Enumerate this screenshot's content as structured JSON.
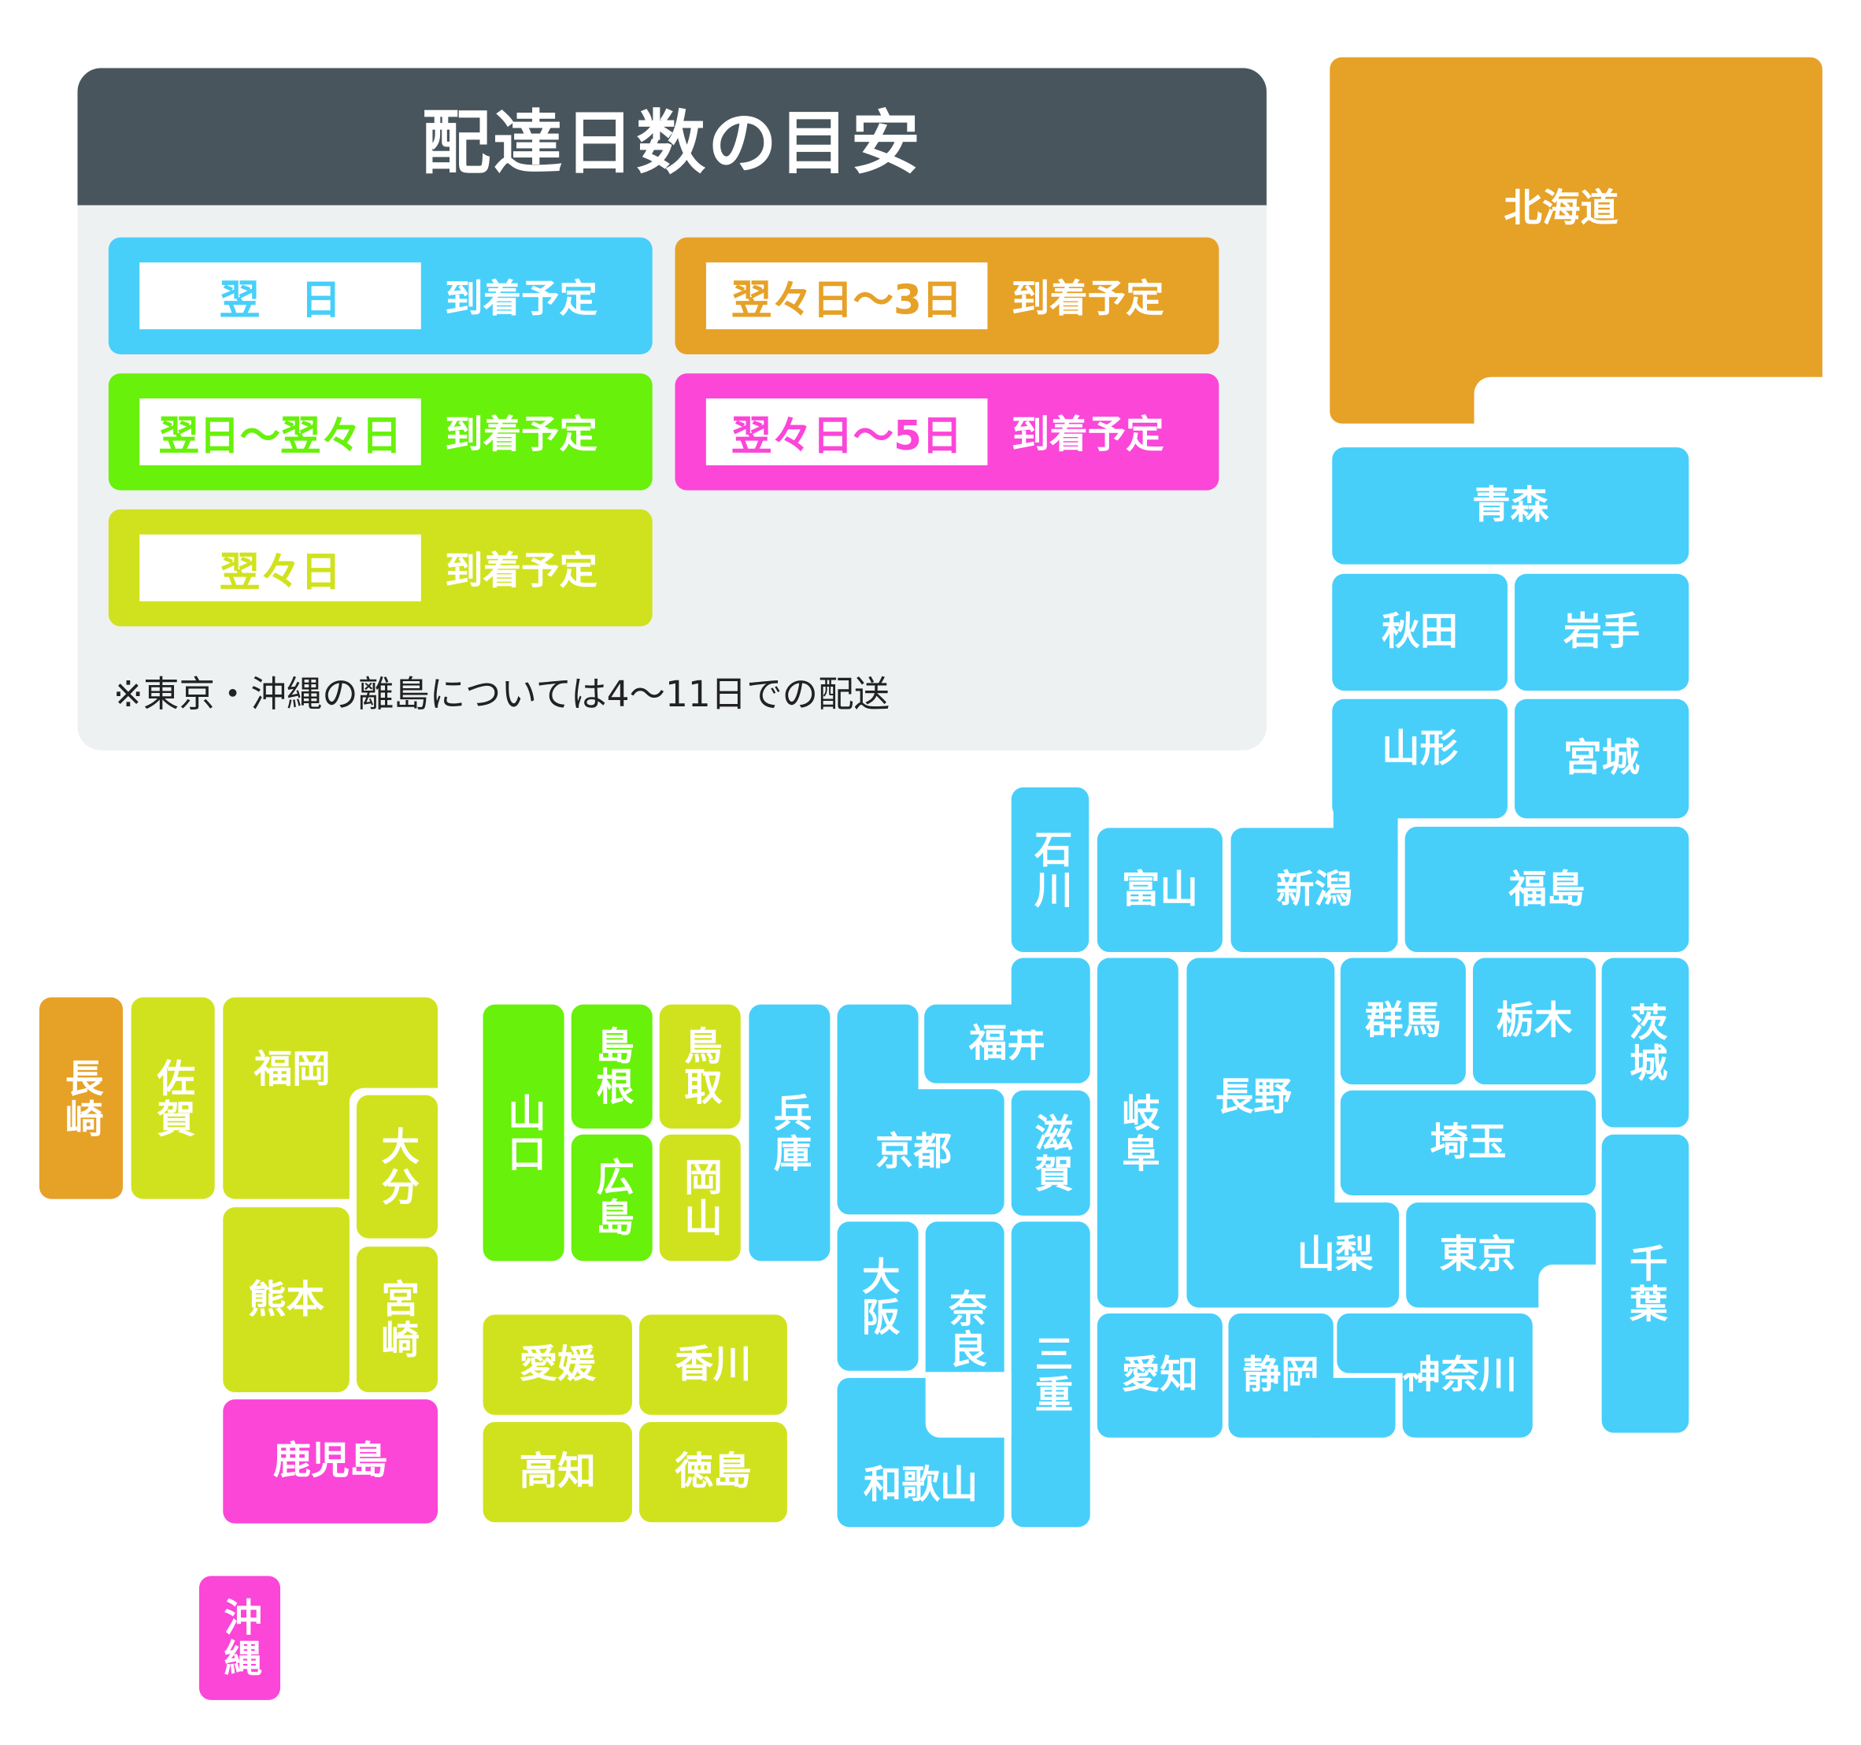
{
  "colors": {
    "next_day": "#47cffa",
    "next_to_day_after": "#68f10a",
    "day_after": "#d0e21e",
    "day_after_to_3": "#e6a127",
    "day_after_to_5": "#fb46d8",
    "header_bg": "#48555c",
    "panel_bg": "#eef1f2"
  },
  "legend": {
    "title": "配達日数の目安",
    "suffix": "到着予定",
    "items": [
      {
        "label": "翌　日",
        "color_key": "next_day"
      },
      {
        "label": "翌々日〜3日",
        "color_key": "day_after_to_3"
      },
      {
        "label": "翌日〜翌々日",
        "color_key": "next_to_day_after"
      },
      {
        "label": "翌々日〜5日",
        "color_key": "day_after_to_5"
      },
      {
        "label": "翌々日",
        "color_key": "day_after"
      }
    ],
    "note": "※東京・沖縄の離島については4〜11日での配送"
  },
  "prefectures": {
    "hokkaido": {
      "name": "北海道",
      "tier": "day_after_to_3"
    },
    "aomori": {
      "name": "青森",
      "tier": "next_day"
    },
    "akita": {
      "name": "秋田",
      "tier": "next_day"
    },
    "iwate": {
      "name": "岩手",
      "tier": "next_day"
    },
    "yamagata": {
      "name": "山形",
      "tier": "next_day"
    },
    "miyagi": {
      "name": "宮城",
      "tier": "next_day"
    },
    "ishikawa": {
      "name": "石川",
      "tier": "next_day"
    },
    "toyama": {
      "name": "富山",
      "tier": "next_day"
    },
    "niigata": {
      "name": "新潟",
      "tier": "next_day"
    },
    "fukushima": {
      "name": "福島",
      "tier": "next_day"
    },
    "fukui": {
      "name": "福井",
      "tier": "next_day"
    },
    "gifu": {
      "name": "岐阜",
      "tier": "next_day"
    },
    "nagano": {
      "name": "長野",
      "tier": "next_day"
    },
    "gunma": {
      "name": "群馬",
      "tier": "next_day"
    },
    "tochigi": {
      "name": "栃木",
      "tier": "next_day"
    },
    "ibaraki": {
      "name": "茨城",
      "tier": "next_day"
    },
    "saitama": {
      "name": "埼玉",
      "tier": "next_day"
    },
    "chiba": {
      "name": "千葉",
      "tier": "next_day"
    },
    "tokyo": {
      "name": "東京",
      "tier": "next_day"
    },
    "yamanashi": {
      "name": "山梨",
      "tier": "next_day"
    },
    "kanagawa": {
      "name": "神奈川",
      "tier": "next_day"
    },
    "shizuoka": {
      "name": "静岡",
      "tier": "next_day"
    },
    "aichi": {
      "name": "愛知",
      "tier": "next_day"
    },
    "mie": {
      "name": "三重",
      "tier": "next_day"
    },
    "shiga": {
      "name": "滋賀",
      "tier": "next_day"
    },
    "kyoto": {
      "name": "京都",
      "tier": "next_day"
    },
    "osaka": {
      "name": "大阪",
      "tier": "next_day"
    },
    "nara": {
      "name": "奈良",
      "tier": "next_day"
    },
    "wakayama": {
      "name": "和歌山",
      "tier": "next_day"
    },
    "hyogo": {
      "name": "兵庫",
      "tier": "next_day"
    },
    "tottori": {
      "name": "鳥取",
      "tier": "day_after"
    },
    "okayama": {
      "name": "岡山",
      "tier": "day_after"
    },
    "shimane": {
      "name": "島根",
      "tier": "next_to_day_after"
    },
    "hiroshima": {
      "name": "広島",
      "tier": "next_to_day_after"
    },
    "yamaguchi": {
      "name": "山口",
      "tier": "next_to_day_after"
    },
    "ehime": {
      "name": "愛媛",
      "tier": "day_after"
    },
    "kagawa": {
      "name": "香川",
      "tier": "day_after"
    },
    "kochi": {
      "name": "高知",
      "tier": "day_after"
    },
    "tokushima": {
      "name": "徳島",
      "tier": "day_after"
    },
    "fukuoka": {
      "name": "福岡",
      "tier": "day_after"
    },
    "saga": {
      "name": "佐賀",
      "tier": "day_after"
    },
    "nagasaki": {
      "name": "長崎",
      "tier": "day_after_to_3"
    },
    "oita": {
      "name": "大分",
      "tier": "day_after"
    },
    "kumamoto": {
      "name": "熊本",
      "tier": "day_after"
    },
    "miyazaki": {
      "name": "宮崎",
      "tier": "day_after"
    },
    "kagoshima": {
      "name": "鹿児島",
      "tier": "day_after_to_5"
    },
    "okinawa": {
      "name": "沖縄",
      "tier": "day_after_to_5"
    }
  }
}
